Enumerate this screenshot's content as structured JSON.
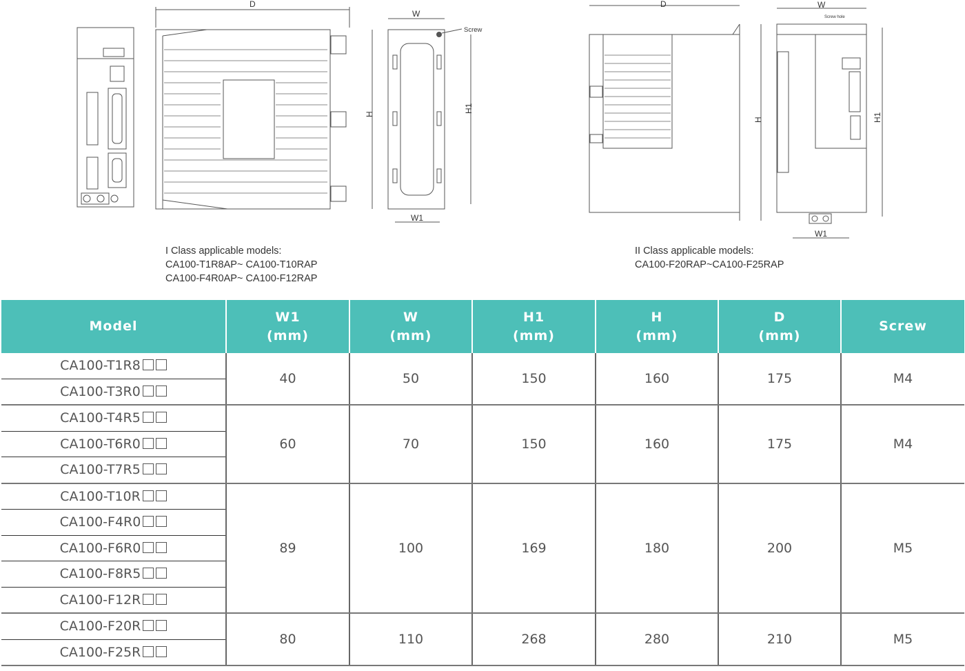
{
  "drawings": {
    "class1": {
      "dim_labels": {
        "d": "D",
        "w": "W",
        "h": "H",
        "h1": "H1",
        "w1": "W1",
        "screw": "Screw"
      },
      "caption": [
        "I Class applicable models:",
        "CA100-T1R8AP~ CA100-T10RAP",
        "CA100-F4R0AP~ CA100-F12RAP"
      ]
    },
    "class2": {
      "dim_labels": {
        "d": "D",
        "w": "W",
        "h": "H",
        "h1": "H1",
        "w1": "W1",
        "screw_hole": "Screw hole"
      },
      "caption": [
        "II Class applicable models:",
        "CA100-F20RAP~CA100-F25RAP"
      ]
    }
  },
  "table": {
    "headers": [
      {
        "l1": "Model",
        "l2": ""
      },
      {
        "l1": "W1",
        "l2": "(mm)"
      },
      {
        "l1": "W",
        "l2": "(mm)"
      },
      {
        "l1": "H1",
        "l2": "(mm)"
      },
      {
        "l1": "H",
        "l2": "(mm)"
      },
      {
        "l1": "D",
        "l2": "(mm)"
      },
      {
        "l1": "Screw",
        "l2": ""
      }
    ],
    "groups": [
      {
        "models": [
          "CA100-T1R8",
          "CA100-T3R0"
        ],
        "w1": "40",
        "w": "50",
        "h1": "150",
        "h": "160",
        "d": "175",
        "screw": "M4"
      },
      {
        "models": [
          "CA100-T4R5",
          "CA100-T6R0",
          "CA100-T7R5"
        ],
        "w1": "60",
        "w": "70",
        "h1": "150",
        "h": "160",
        "d": "175",
        "screw": "M4"
      },
      {
        "models": [
          "CA100-T10R",
          "CA100-F4R0",
          "CA100-F6R0",
          "CA100-F8R5",
          "CA100-F12R"
        ],
        "w1": "89",
        "w": "100",
        "h1": "169",
        "h": "180",
        "d": "200",
        "screw": "M5"
      },
      {
        "models": [
          "CA100-F20R",
          "CA100-F25R"
        ],
        "w1": "80",
        "w": "110",
        "h1": "268",
        "h": "280",
        "d": "210",
        "screw": "M5"
      }
    ]
  },
  "colors": {
    "header": "#4dbfb8"
  }
}
